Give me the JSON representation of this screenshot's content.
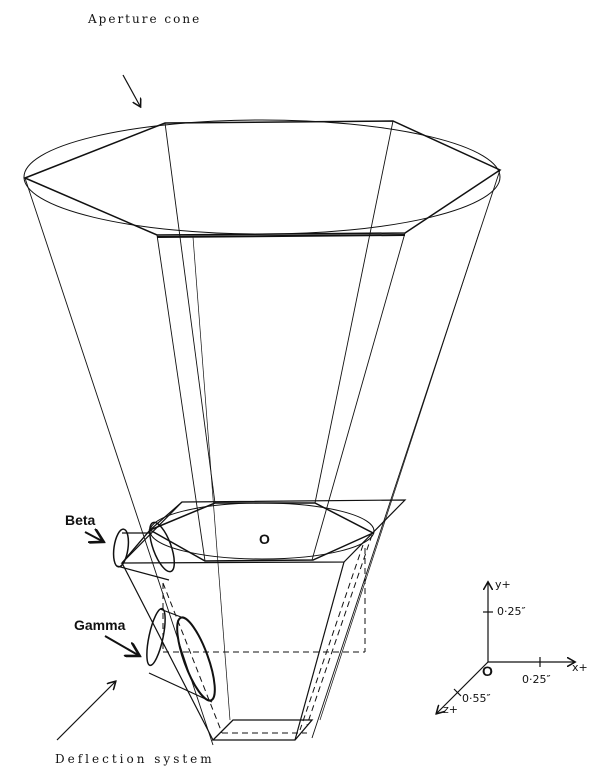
{
  "labels": {
    "aperture_cone": "Aperture cone",
    "beta": "Beta",
    "gamma": "Gamma",
    "deflection_system": "Deflection system",
    "center_mark": "O"
  },
  "axes": {
    "origin": "O",
    "x_label": "x+",
    "y_label": "y+",
    "z_label": "z+",
    "x_tick": "0·25″",
    "y_tick": "0·25″",
    "z_tick": "0·55″"
  }
}
